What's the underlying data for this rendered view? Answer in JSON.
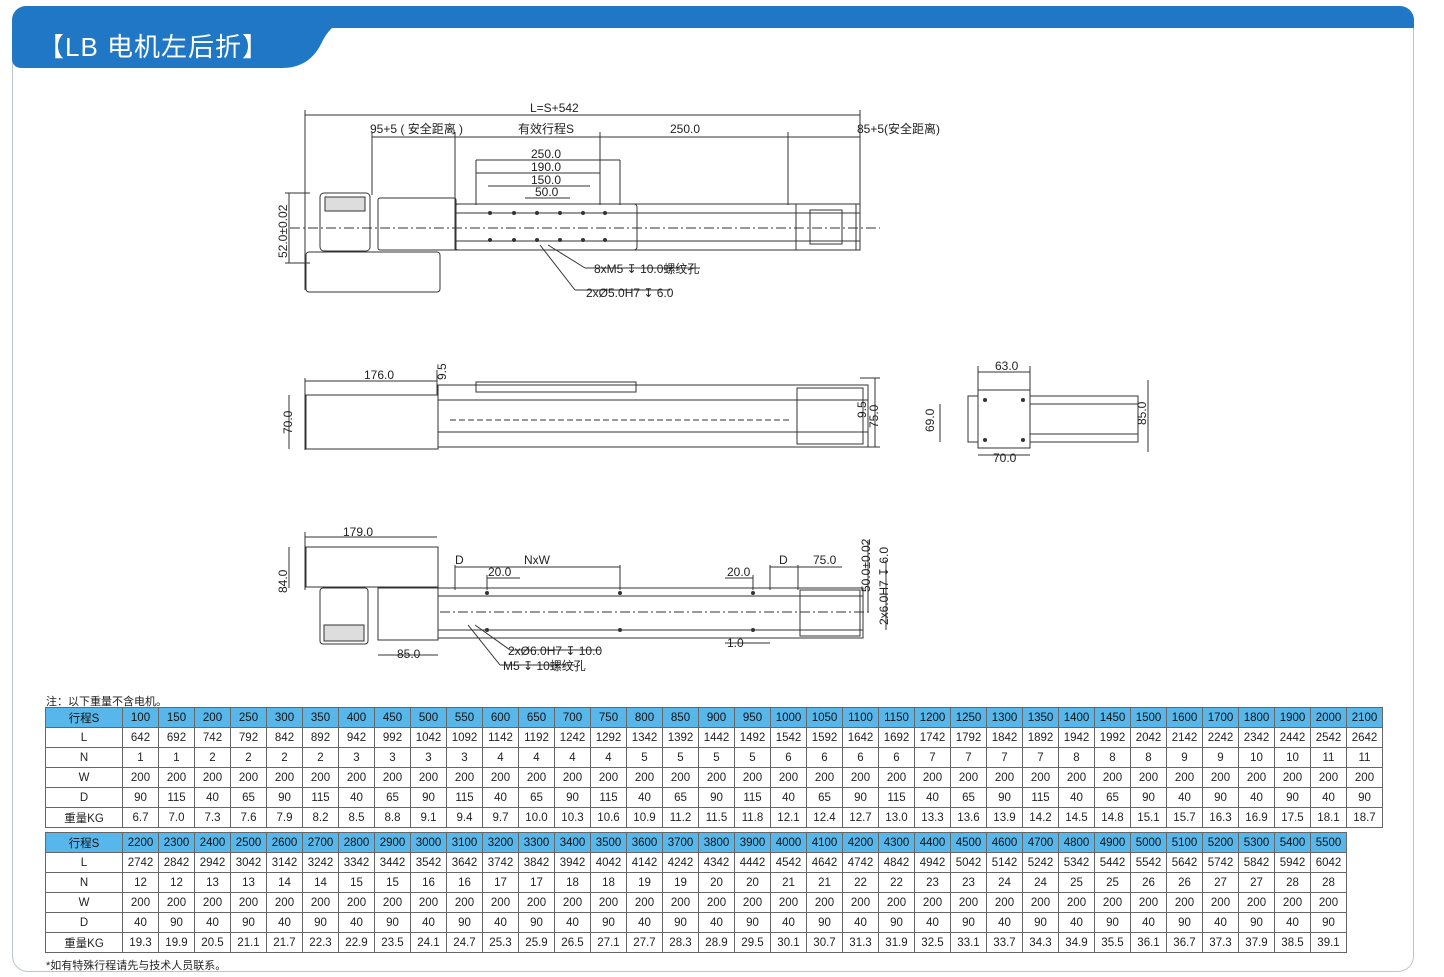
{
  "header": {
    "title": "【LB  电机左后折】"
  },
  "drawing": {
    "top_view": {
      "overall": "L=S+542",
      "safe_left": "95+5 ( 安全距离 )",
      "stroke": "有效行程S",
      "d250": "250.0",
      "safe_right": "85+5(安全距离)",
      "c250": "250.0",
      "c190": "190.0",
      "c150": "150.0",
      "c50": "50.0",
      "height": "52.0±0.02",
      "note_holes": "8xM5 ↧ 10.0螺纹孔",
      "note_pins": "2xØ5.0H7 ↧ 6.0"
    },
    "side_view": {
      "d176": "176.0",
      "d95a": "9.5",
      "d95b": "9.5",
      "d75": "75.0",
      "d70": "70.0"
    },
    "end_view": {
      "d63": "63.0",
      "d69": "69.0",
      "d70": "70.0",
      "d85": "85.0"
    },
    "bottom_view": {
      "d179": "179.0",
      "d84": "84.0",
      "D_left": "D",
      "nxw": "NxW",
      "d20a": "20.0",
      "d20b": "20.0",
      "D_right": "D",
      "d75": "75.0",
      "d50": "50.0±0.02",
      "pin": "2x6.0H7 ↧ 6.0",
      "d85": "85.0",
      "d1": "1.0",
      "note_pins": "2xØ6.0H7 ↧ 10.0",
      "note_holes": "M5 ↧ 10螺纹孔"
    }
  },
  "note_top": "注：以下重量不含电机。",
  "note_bottom": "*如有特殊行程请先与技术人员联系。",
  "table1": {
    "rows": [
      {
        "label": "行程S",
        "cells": [
          "100",
          "150",
          "200",
          "250",
          "300",
          "350",
          "400",
          "450",
          "500",
          "550",
          "600",
          "650",
          "700",
          "750",
          "800",
          "850",
          "900",
          "950",
          "1000",
          "1050",
          "1100",
          "1150",
          "1200",
          "1250",
          "1300",
          "1350",
          "1400",
          "1450",
          "1500",
          "1600",
          "1700",
          "1800",
          "1900",
          "2000",
          "2100"
        ]
      },
      {
        "label": "L",
        "cells": [
          "642",
          "692",
          "742",
          "792",
          "842",
          "892",
          "942",
          "992",
          "1042",
          "1092",
          "1142",
          "1192",
          "1242",
          "1292",
          "1342",
          "1392",
          "1442",
          "1492",
          "1542",
          "1592",
          "1642",
          "1692",
          "1742",
          "1792",
          "1842",
          "1892",
          "1942",
          "1992",
          "2042",
          "2142",
          "2242",
          "2342",
          "2442",
          "2542",
          "2642"
        ]
      },
      {
        "label": "N",
        "cells": [
          "1",
          "1",
          "2",
          "2",
          "2",
          "2",
          "3",
          "3",
          "3",
          "3",
          "4",
          "4",
          "4",
          "4",
          "5",
          "5",
          "5",
          "5",
          "6",
          "6",
          "6",
          "6",
          "7",
          "7",
          "7",
          "7",
          "8",
          "8",
          "8",
          "9",
          "9",
          "10",
          "10",
          "11",
          "11"
        ]
      },
      {
        "label": "W",
        "cells": [
          "200",
          "200",
          "200",
          "200",
          "200",
          "200",
          "200",
          "200",
          "200",
          "200",
          "200",
          "200",
          "200",
          "200",
          "200",
          "200",
          "200",
          "200",
          "200",
          "200",
          "200",
          "200",
          "200",
          "200",
          "200",
          "200",
          "200",
          "200",
          "200",
          "200",
          "200",
          "200",
          "200",
          "200",
          "200"
        ]
      },
      {
        "label": "D",
        "cells": [
          "90",
          "115",
          "40",
          "65",
          "90",
          "115",
          "40",
          "65",
          "90",
          "115",
          "40",
          "65",
          "90",
          "115",
          "40",
          "65",
          "90",
          "115",
          "40",
          "65",
          "90",
          "115",
          "40",
          "65",
          "90",
          "115",
          "40",
          "65",
          "90",
          "40",
          "90",
          "40",
          "90",
          "40",
          "90"
        ]
      },
      {
        "label": "重量KG",
        "cells": [
          "6.7",
          "7.0",
          "7.3",
          "7.6",
          "7.9",
          "8.2",
          "8.5",
          "8.8",
          "9.1",
          "9.4",
          "9.7",
          "10.0",
          "10.3",
          "10.6",
          "10.9",
          "11.2",
          "11.5",
          "11.8",
          "12.1",
          "12.4",
          "12.7",
          "13.0",
          "13.3",
          "13.6",
          "13.9",
          "14.2",
          "14.5",
          "14.8",
          "15.1",
          "15.7",
          "16.3",
          "16.9",
          "17.5",
          "18.1",
          "18.7"
        ]
      }
    ]
  },
  "table2": {
    "rows": [
      {
        "label": "行程S",
        "cells": [
          "2200",
          "2300",
          "2400",
          "2500",
          "2600",
          "2700",
          "2800",
          "2900",
          "3000",
          "3100",
          "3200",
          "3300",
          "3400",
          "3500",
          "3600",
          "3700",
          "3800",
          "3900",
          "4000",
          "4100",
          "4200",
          "4300",
          "4400",
          "4500",
          "4600",
          "4700",
          "4800",
          "4900",
          "5000",
          "5100",
          "5200",
          "5300",
          "5400",
          "5500"
        ]
      },
      {
        "label": "L",
        "cells": [
          "2742",
          "2842",
          "2942",
          "3042",
          "3142",
          "3242",
          "3342",
          "3442",
          "3542",
          "3642",
          "3742",
          "3842",
          "3942",
          "4042",
          "4142",
          "4242",
          "4342",
          "4442",
          "4542",
          "4642",
          "4742",
          "4842",
          "4942",
          "5042",
          "5142",
          "5242",
          "5342",
          "5442",
          "5542",
          "5642",
          "5742",
          "5842",
          "5942",
          "6042"
        ]
      },
      {
        "label": "N",
        "cells": [
          "12",
          "12",
          "13",
          "13",
          "14",
          "14",
          "15",
          "15",
          "16",
          "16",
          "17",
          "17",
          "18",
          "18",
          "19",
          "19",
          "20",
          "20",
          "21",
          "21",
          "22",
          "22",
          "23",
          "23",
          "24",
          "24",
          "25",
          "25",
          "26",
          "26",
          "27",
          "27",
          "28",
          "28"
        ]
      },
      {
        "label": "W",
        "cells": [
          "200",
          "200",
          "200",
          "200",
          "200",
          "200",
          "200",
          "200",
          "200",
          "200",
          "200",
          "200",
          "200",
          "200",
          "200",
          "200",
          "200",
          "200",
          "200",
          "200",
          "200",
          "200",
          "200",
          "200",
          "200",
          "200",
          "200",
          "200",
          "200",
          "200",
          "200",
          "200",
          "200",
          "200"
        ]
      },
      {
        "label": "D",
        "cells": [
          "40",
          "90",
          "40",
          "90",
          "40",
          "90",
          "40",
          "90",
          "40",
          "90",
          "40",
          "90",
          "40",
          "90",
          "40",
          "90",
          "40",
          "90",
          "40",
          "90",
          "40",
          "90",
          "40",
          "90",
          "40",
          "90",
          "40",
          "90",
          "40",
          "90",
          "40",
          "90",
          "40",
          "90"
        ]
      },
      {
        "label": "重量KG",
        "cells": [
          "19.3",
          "19.9",
          "20.5",
          "21.1",
          "21.7",
          "22.3",
          "22.9",
          "23.5",
          "24.1",
          "24.7",
          "25.3",
          "25.9",
          "26.5",
          "27.1",
          "27.7",
          "28.3",
          "28.9",
          "29.5",
          "30.1",
          "30.7",
          "31.3",
          "31.9",
          "32.5",
          "33.1",
          "33.7",
          "34.3",
          "34.9",
          "35.5",
          "36.1",
          "36.7",
          "37.3",
          "37.9",
          "38.5",
          "39.1"
        ]
      }
    ]
  }
}
